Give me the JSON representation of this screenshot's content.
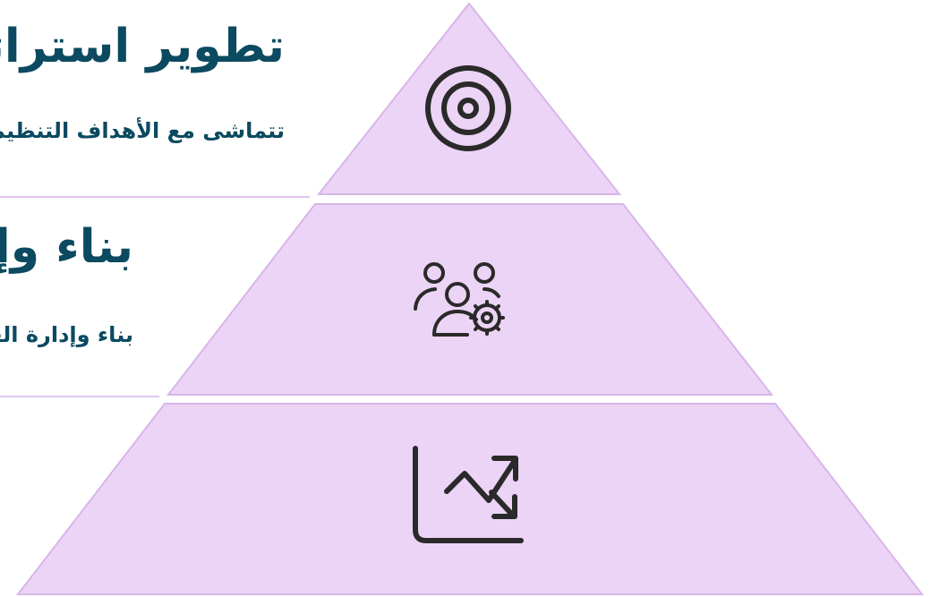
{
  "levels": [
    {
      "title": "تطوير استراتيجية",
      "subtitle": "تتماشى مع الأهداف التنظيمية",
      "icon": "target-icon"
    },
    {
      "title": "بناء وإدارة",
      "subtitle": "بناء وإدارة الفرق",
      "icon": "team-settings-icon"
    },
    {
      "title": "",
      "subtitle": "",
      "icon": "trending-chart-icon"
    }
  ],
  "colors": {
    "tier_fill": "#ecd4f6",
    "tier_stroke": "#d8b6e8",
    "divider": "#e2c6ef",
    "text": "#0b4a60",
    "icon": "#2a2a2a"
  }
}
